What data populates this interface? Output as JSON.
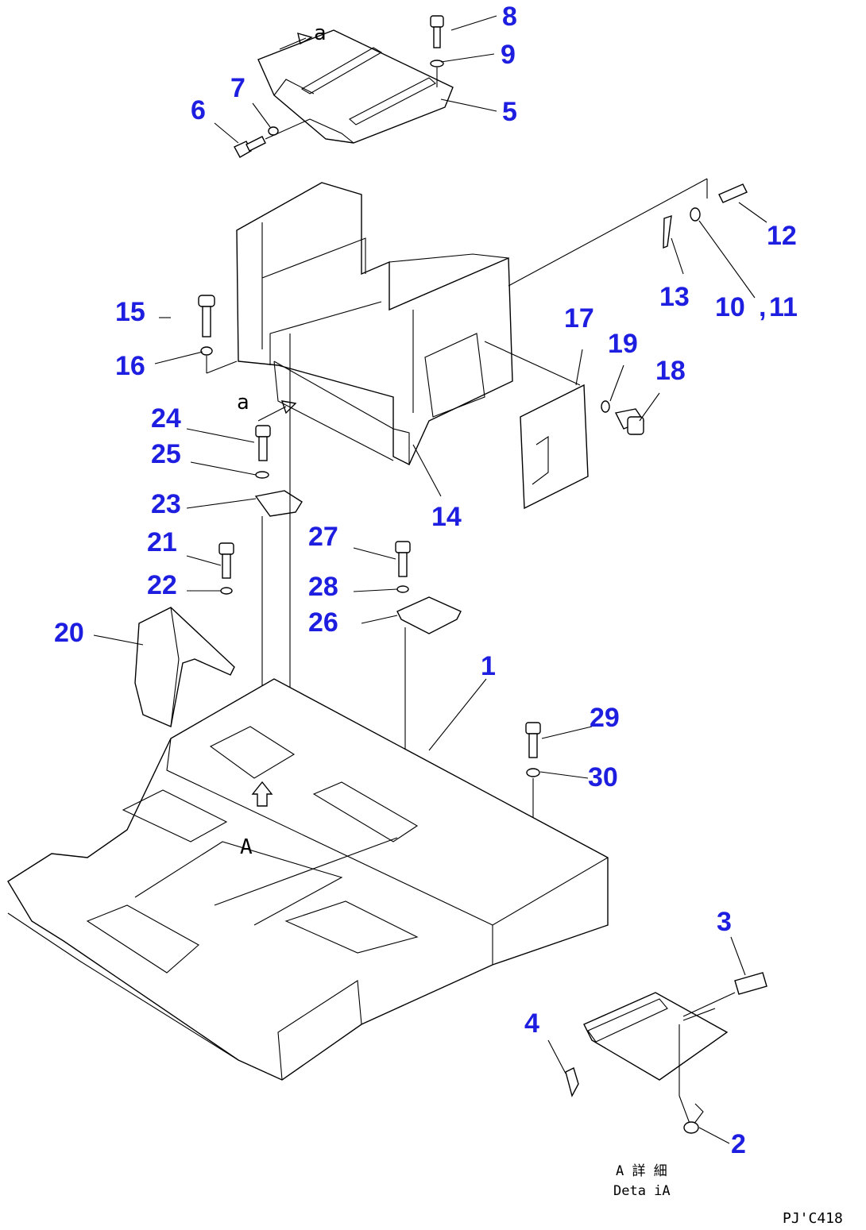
{
  "diagram": {
    "part_numbers": [
      "1",
      "2",
      "3",
      "4",
      "5",
      "6",
      "7",
      "8",
      "9",
      "10",
      "11",
      "12",
      "13",
      "14",
      "15",
      "16",
      "17",
      "18",
      "19",
      "20",
      "21",
      "22",
      "23",
      "24",
      "25",
      "26",
      "27",
      "28",
      "29",
      "30"
    ],
    "view_marks": [
      "a",
      "a",
      "A"
    ],
    "detail_caption_line1": "A 詳 細",
    "detail_caption_line2": "Deta iA",
    "drawing_code": "PJ'C418",
    "separator": ","
  },
  "colors": {
    "label": "#1e1ee0",
    "line": "#000000",
    "background": "#ffffff"
  }
}
